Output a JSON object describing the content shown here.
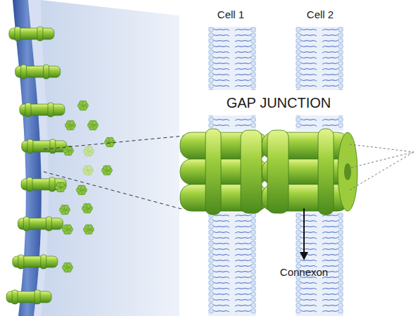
{
  "diagram": {
    "labels": [
      "Cell 1",
      "Cell 2",
      "GAP JUNCTION",
      "Connexon"
    ]
  }
}
